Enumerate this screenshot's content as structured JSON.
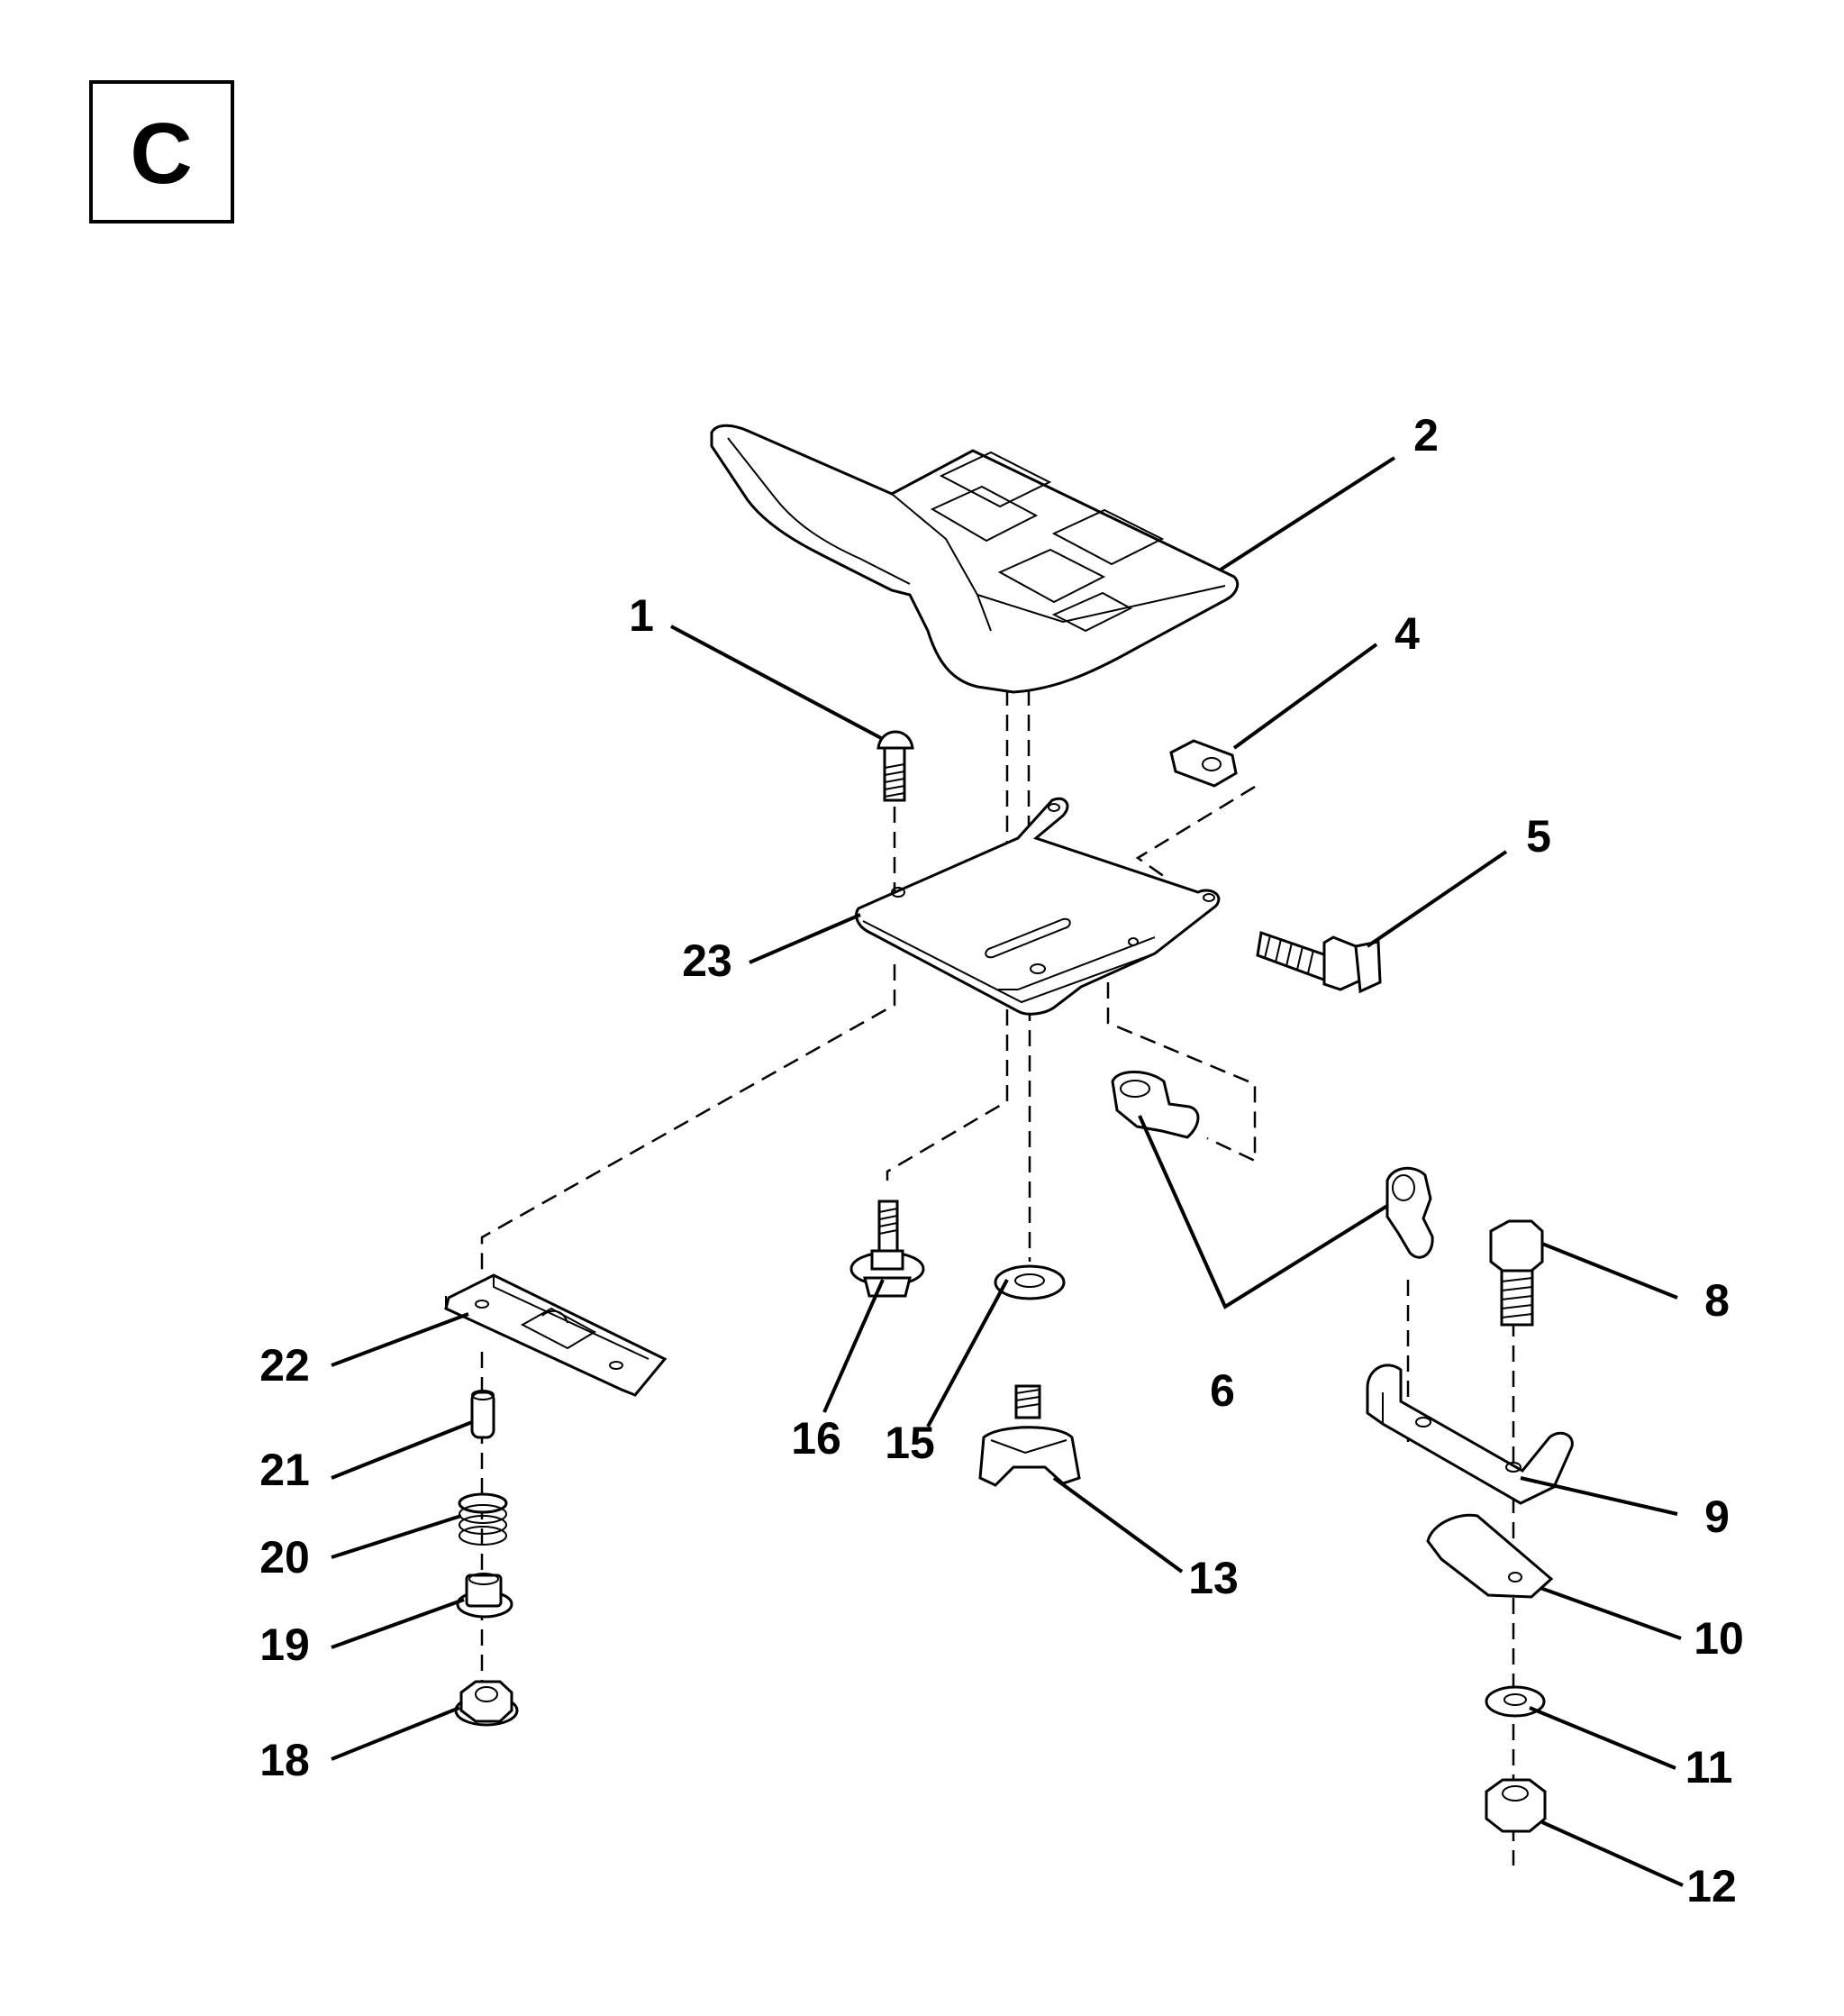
{
  "section": {
    "letter": "C"
  },
  "callouts": [
    {
      "id": "1",
      "label": "1"
    },
    {
      "id": "2",
      "label": "2"
    },
    {
      "id": "4",
      "label": "4"
    },
    {
      "id": "5",
      "label": "5"
    },
    {
      "id": "6",
      "label": "6"
    },
    {
      "id": "8",
      "label": "8"
    },
    {
      "id": "9",
      "label": "9"
    },
    {
      "id": "10",
      "label": "10"
    },
    {
      "id": "11",
      "label": "11"
    },
    {
      "id": "12",
      "label": "12"
    },
    {
      "id": "13",
      "label": "13"
    },
    {
      "id": "15",
      "label": "15"
    },
    {
      "id": "16",
      "label": "16"
    },
    {
      "id": "18",
      "label": "18"
    },
    {
      "id": "19",
      "label": "19"
    },
    {
      "id": "20",
      "label": "20"
    },
    {
      "id": "21",
      "label": "21"
    },
    {
      "id": "22",
      "label": "22"
    },
    {
      "id": "23",
      "label": "23"
    }
  ],
  "parts": [
    {
      "id": "2",
      "icon": "seat-icon"
    },
    {
      "id": "1",
      "icon": "carriage-bolt-icon"
    },
    {
      "id": "4",
      "icon": "hex-nut-icon"
    },
    {
      "id": "5",
      "icon": "hex-bolt-icon"
    },
    {
      "id": "23",
      "icon": "seat-pan-bracket-icon"
    },
    {
      "id": "6",
      "icon": "wire-clip-icon"
    },
    {
      "id": "16",
      "icon": "shoulder-bolt-icon"
    },
    {
      "id": "15",
      "icon": "flat-washer-icon"
    },
    {
      "id": "13",
      "icon": "adjustment-knob-icon"
    },
    {
      "id": "8",
      "icon": "hex-bolt-icon"
    },
    {
      "id": "9",
      "icon": "bracket-icon"
    },
    {
      "id": "10",
      "icon": "spring-plate-icon"
    },
    {
      "id": "11",
      "icon": "washer-icon"
    },
    {
      "id": "12",
      "icon": "lock-nut-icon"
    },
    {
      "id": "22",
      "icon": "slide-rail-icon"
    },
    {
      "id": "21",
      "icon": "pin-icon"
    },
    {
      "id": "20",
      "icon": "spring-icon"
    },
    {
      "id": "19",
      "icon": "bushing-icon"
    },
    {
      "id": "18",
      "icon": "flange-nut-icon"
    }
  ]
}
